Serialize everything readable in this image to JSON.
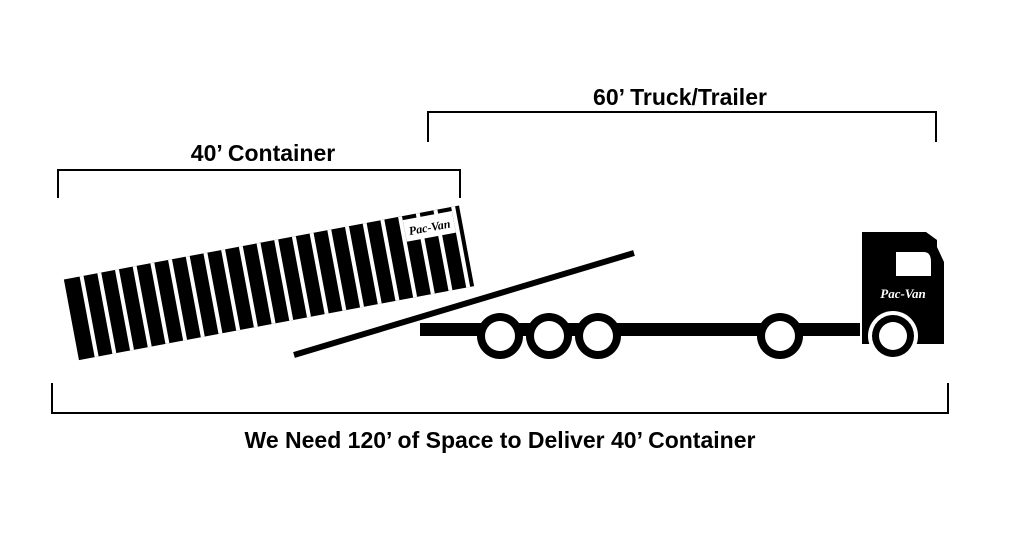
{
  "labels": {
    "truck_trailer": "60’ Truck/Trailer",
    "container": "40’ Container",
    "total_space": "We Need 120’ of Space to Deliver 40’ Container"
  },
  "logos": {
    "container_logo": "Pac-Van",
    "truck_logo": "Pac-Van"
  },
  "colors": {
    "ink": "#000000",
    "background": "#ffffff"
  }
}
